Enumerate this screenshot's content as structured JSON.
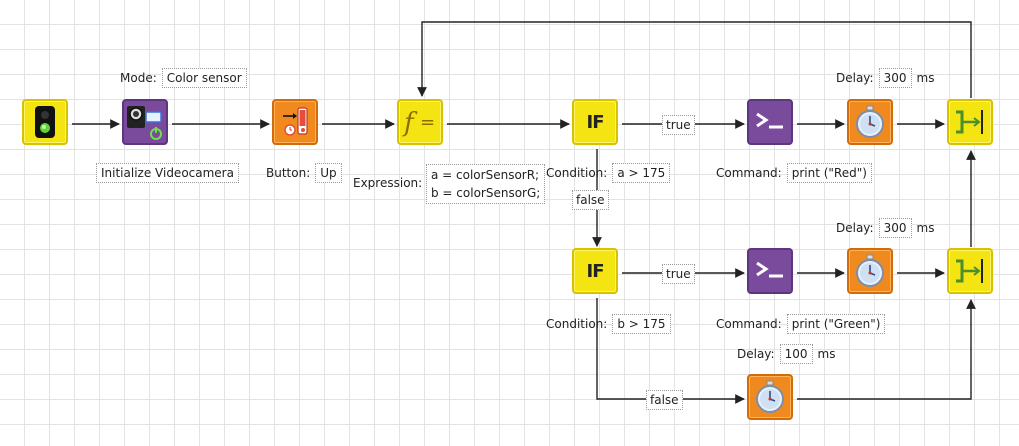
{
  "nodes": {
    "start": {
      "icon": "traffic-light-icon"
    },
    "init": {
      "icon": "videocamera-icon",
      "mode_label": "Mode:",
      "mode_value": "Color sensor",
      "caption": "Initialize Videocamera"
    },
    "button": {
      "icon": "button-press-icon",
      "label": "Button:",
      "value": "Up"
    },
    "expression": {
      "icon": "function-icon",
      "label": "Expression:",
      "line1": "a = colorSensorR;",
      "line2": "b = colorSensorG;"
    },
    "if1": {
      "icon": "if-icon",
      "text": "IF",
      "label": "Condition:",
      "value": "a > 175"
    },
    "if2": {
      "icon": "if-icon",
      "text": "IF",
      "label": "Condition:",
      "value": "b > 175"
    },
    "cmd1": {
      "icon": "terminal-icon",
      "label": "Command:",
      "value": "print (\"Red\")"
    },
    "cmd2": {
      "icon": "terminal-icon",
      "label": "Command:",
      "value": "print (\"Green\")"
    },
    "delay1": {
      "icon": "stopwatch-icon",
      "label": "Delay:",
      "value": "300",
      "unit": "ms"
    },
    "delay2": {
      "icon": "stopwatch-icon",
      "label": "Delay:",
      "value": "300",
      "unit": "ms"
    },
    "delay3": {
      "icon": "stopwatch-icon",
      "label": "Delay:",
      "value": "100",
      "unit": "ms"
    },
    "merge1": {
      "icon": "merge-icon"
    },
    "merge2": {
      "icon": "merge-icon"
    }
  },
  "edges": {
    "if1_true": "true",
    "if1_false": "false",
    "if2_true": "true",
    "if2_false": "false"
  },
  "colors": {
    "yellow": "#f3e412",
    "purple": "#7a4a9c",
    "orange": "#f08a1f",
    "wire": "#222222"
  }
}
